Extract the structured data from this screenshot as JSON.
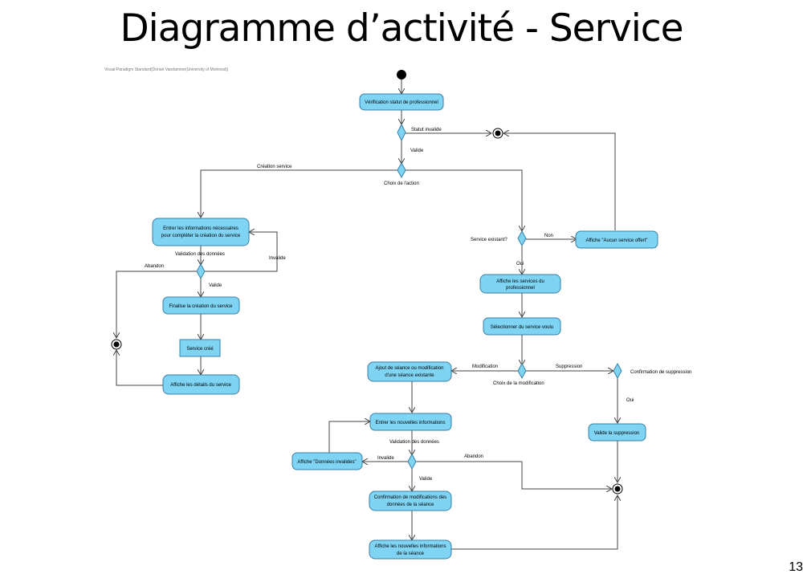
{
  "title": "Diagramme d’activité - Service",
  "watermark": "Visual Paradigm Standard(Dorian Vandamme(University of Montreal))",
  "page_number": "13",
  "nodes": {
    "verif": "Vérification statut de professionnel",
    "entrer_info": [
      "Entrer les informations nécessaires",
      "pour compléter la création du service"
    ],
    "finalise": "Finalise la création du service",
    "service_cree": "Service créé",
    "affiche_details": "Affiche les détails du service",
    "aucun_service": "Affiche \"Aucun service offert\"",
    "affiche_services": [
      "Affiche les services du",
      "professionnel"
    ],
    "selectionner": "Sélectionner du service voulu",
    "ajout_seance": [
      "Ajout de séance ou modification",
      "d'une séance existante"
    ],
    "entrer_nouvelles": "Entrer les nouvelles informations",
    "donnees_invalides": "Affiche \"Données invalides\"",
    "confirmation_modif": [
      "Confirmation de modifications des",
      "données de la séance"
    ],
    "affiche_nouvelles": [
      "Affiche les nouvelles informations",
      "de la séance"
    ],
    "valide_suppression": "Valide la suppression"
  },
  "labels": {
    "statut_invalide": "Statut invalide",
    "valide1": "Valide",
    "creation_service": "Création service",
    "choix_action": "Choix de l'action",
    "service_existant": "Service existant?",
    "non": "Non",
    "oui1": "Oui",
    "validation1": "Validation des données",
    "invalide1": "Invalide",
    "abandon1": "Abandon",
    "valide2": "Valide",
    "modification": "Modification",
    "suppression": "Suppression",
    "choix_modif": "Choix de la modification",
    "confirmation_suppr": "Confirmation de suppression",
    "oui2": "Oui",
    "validation2": "Validation des données",
    "invalide2": "Invalide",
    "abandon2": "Abandon",
    "valide3": "Valide"
  }
}
